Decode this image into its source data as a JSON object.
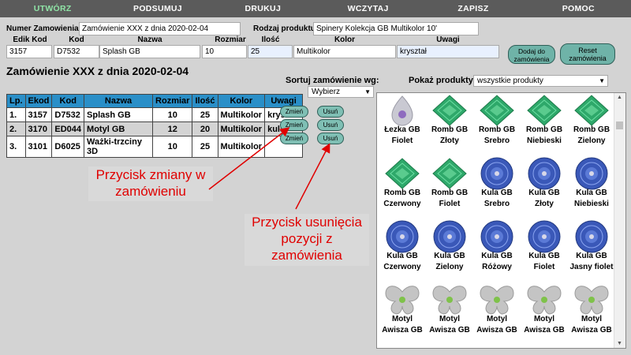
{
  "nav": [
    "UTWÓRZ",
    "PODSUMUJ",
    "DRUKUJ",
    "WCZYTAJ",
    "ZAPISZ",
    "POMOC"
  ],
  "colors": {
    "nav_bg": "#5b5b5b",
    "nav_active": "#8fe3a6",
    "table_header": "#2a8fc8",
    "button": "#6fb3a8",
    "annotation": "#e00000"
  },
  "form": {
    "order_number_label": "Numer Zamowienia:",
    "order_number_value": "Zamówienie XXX z dnia  2020-02-04",
    "product_type_label": "Rodzaj produktu:",
    "product_type_value": "Spinery Kolekcja GB Multikolor 10'",
    "edit_headers": [
      "Edik Kod",
      "Kod",
      "Nazwa",
      "Rozmiar",
      "Ilość",
      "Kolor",
      "Uwagi"
    ],
    "edit_values": [
      "3157",
      "D7532",
      "Splash GB",
      "10",
      "25",
      "Multikolor",
      "kryształ"
    ],
    "add_button": "Dodaj do zamówienia",
    "reset_button": "Reset zamówienia"
  },
  "order_title": "Zamówienie XXX z dnia 2020-02-04",
  "sort_label": "Sortuj zamówienie wg:",
  "sort_value": "Wybierz",
  "show_label": "Pokaż produkty",
  "show_value": "wszystkie produkty",
  "table": {
    "headers": [
      "Lp.",
      "Ekod",
      "Kod",
      "Nazwa",
      "Rozmiar",
      "Ilość",
      "Kolor",
      "Uwagi"
    ],
    "rows": [
      [
        "1.",
        "3157",
        "D7532",
        "Splash GB",
        "10",
        "25",
        "Multikolor",
        "kryształ"
      ],
      [
        "2.",
        "3170",
        "ED044",
        "Motyl GB",
        "12",
        "20",
        "Multikolor",
        "kula"
      ],
      [
        "3.",
        "3101",
        "D6025",
        "Ważki-trzciny 3D",
        "10",
        "25",
        "Multikolor",
        ""
      ]
    ],
    "change_label": "Zmień",
    "remove_label": "Usuń"
  },
  "annotations": {
    "change": "Przycisk zmiany w zamówieniu",
    "remove": "Przycisk usunięcia pozycji z zamówienia"
  },
  "products": [
    {
      "name": "Łezka GB Fiolet",
      "icon": "drop"
    },
    {
      "name": "Romb GB Złoty",
      "icon": "rhomb"
    },
    {
      "name": "Romb GB Srebro",
      "icon": "rhomb"
    },
    {
      "name": "Romb GB Niebieski",
      "icon": "rhomb"
    },
    {
      "name": "Romb GB Zielony",
      "icon": "rhomb"
    },
    {
      "name": "Romb GB Czerwony",
      "icon": "rhomb"
    },
    {
      "name": "Romb GB Fiolet",
      "icon": "rhomb"
    },
    {
      "name": "Kula GB Srebro",
      "icon": "ball"
    },
    {
      "name": "Kula GB Złoty",
      "icon": "ball"
    },
    {
      "name": "Kula GB Niebieski",
      "icon": "ball"
    },
    {
      "name": "Kula GB Czerwony",
      "icon": "ball"
    },
    {
      "name": "Kula GB Zielony",
      "icon": "ball"
    },
    {
      "name": "Kula GB Różowy",
      "icon": "ball"
    },
    {
      "name": "Kula GB Fiolet",
      "icon": "ball"
    },
    {
      "name": "Kula GB Jasny fiolet",
      "icon": "ball"
    },
    {
      "name": "Motyl Awisza GB",
      "icon": "butterfly"
    },
    {
      "name": "Motyl Awisza GB",
      "icon": "butterfly"
    },
    {
      "name": "Motyl Awisza GB",
      "icon": "butterfly"
    },
    {
      "name": "Motyl Awisza GB",
      "icon": "butterfly"
    },
    {
      "name": "Motyl Awisza GB",
      "icon": "butterfly"
    }
  ]
}
